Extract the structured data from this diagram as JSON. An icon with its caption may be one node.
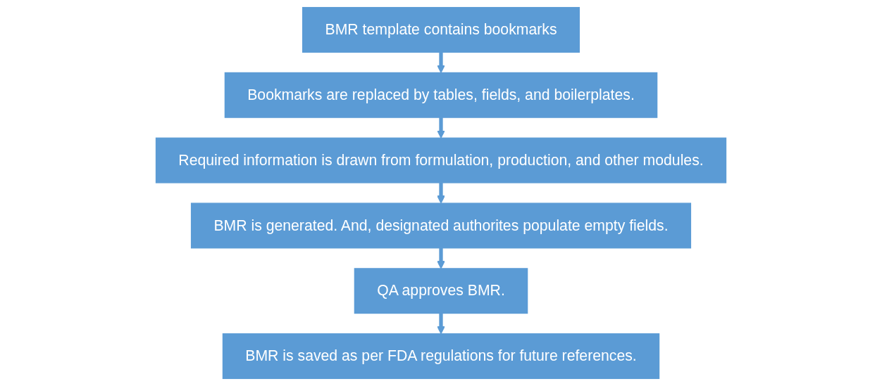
{
  "diagram": {
    "nodes": [
      {
        "text": [
          "BMR template contains bookmarks"
        ]
      },
      {
        "text": [
          "Bookmarks are replaced by tables, fields, and boilerplates."
        ]
      },
      {
        "text": [
          "Required information is drawn from formulation, production, and other modules."
        ]
      },
      {
        "text": [
          "BMR is generated. And, designated authorites populate empty fields."
        ]
      },
      {
        "text": [
          "QA approves BMR."
        ]
      },
      {
        "text": [
          "BMR is saved as per FDA regulations for future references."
        ]
      }
    ],
    "edges": [
      {
        "from": 0,
        "to": 1,
        "arrow": "to"
      },
      {
        "from": 1,
        "to": 2,
        "arrow": "to"
      },
      {
        "from": 2,
        "to": 3,
        "arrow": "to"
      },
      {
        "from": 3,
        "to": 4,
        "arrow": "to"
      },
      {
        "from": 4,
        "to": 5,
        "arrow": "to"
      }
    ]
  }
}
